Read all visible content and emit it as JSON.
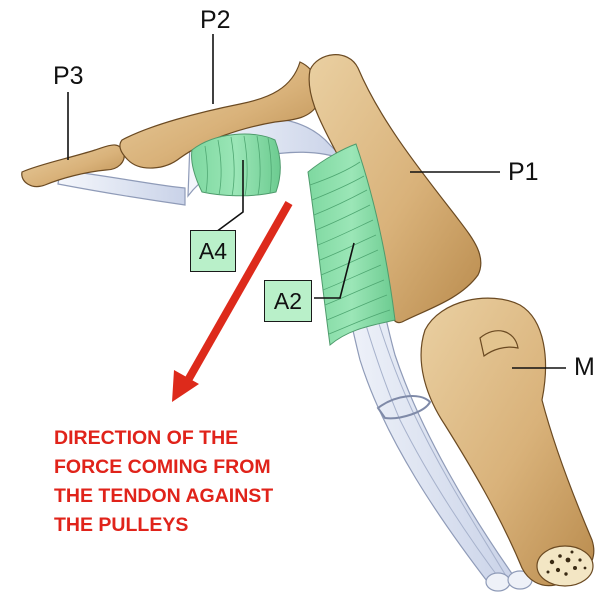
{
  "labels": {
    "p1": "P1",
    "p2": "P2",
    "p3": "P3",
    "m": "M",
    "a2": "A2",
    "a4": "A4"
  },
  "force_note": {
    "lines": [
      "DIRECTION OF THE",
      "FORCE COMING FROM",
      "THE TENDON AGAINST",
      "THE PULLEYS"
    ]
  },
  "colors": {
    "bone": "#d9b27a",
    "tendon": "#e6ebf5",
    "pulley": "#8fe0ae",
    "arrow": "#dd2a1b",
    "label_box": "#b9f0c9"
  }
}
